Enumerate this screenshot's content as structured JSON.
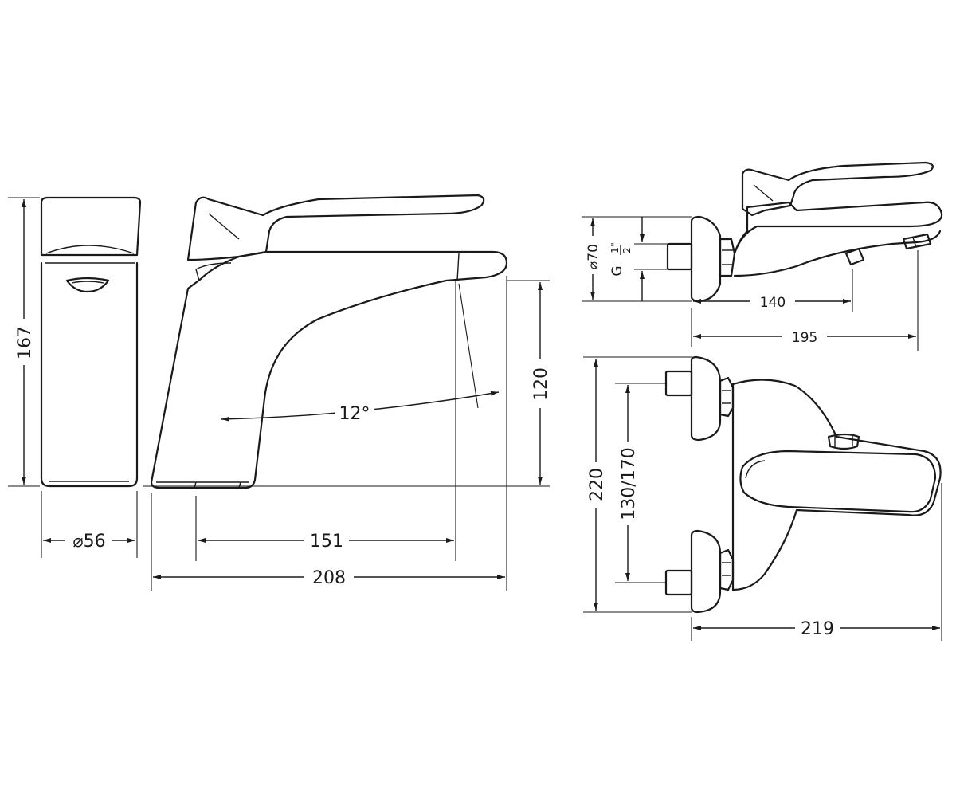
{
  "views": {
    "basin_front": {
      "height_label": "167",
      "width_label": "⌀56"
    },
    "basin_side": {
      "spout_height_label": "120",
      "angle_label": "12°",
      "reach_label": "151",
      "overall_label": "208"
    },
    "bath_side": {
      "flange_label": "⌀70",
      "thread_label": "G",
      "thread_num": "1",
      "thread_den": "2",
      "thread_inch": "\"",
      "outlet_label": "140",
      "depth_label": "195"
    },
    "bath_top": {
      "height_label": "220",
      "centers_label": "130/170",
      "depth_label": "219"
    }
  }
}
